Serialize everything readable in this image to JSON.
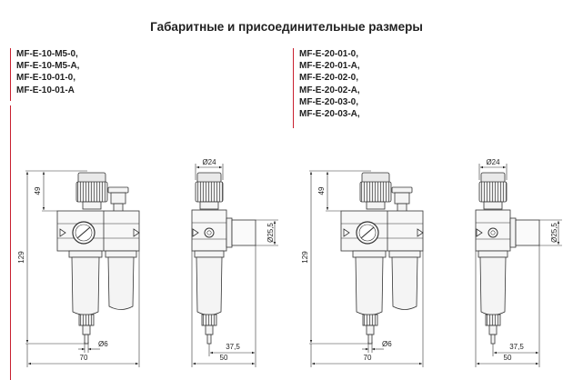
{
  "title": "Габаритные и присоединительные размеры",
  "models_left": [
    "MF-E-10-M5-0,",
    "MF-E-10-M5-A,",
    "MF-E-10-01-0,",
    "MF-E-10-01-A"
  ],
  "models_right": [
    "MF-E-20-01-0,",
    "MF-E-20-01-A,",
    "MF-E-20-02-0,",
    "MF-E-20-02-A,",
    "MF-E-20-03-0,",
    "MF-E-20-03-A,"
  ],
  "front_dims": {
    "top_height": "49",
    "total_height": "129",
    "width": "70",
    "port_dia": "Ø6"
  },
  "side_dims": {
    "knob_dia": "Ø24",
    "flange_dia": "Ø25,5",
    "offset": "37,5",
    "depth": "50"
  }
}
